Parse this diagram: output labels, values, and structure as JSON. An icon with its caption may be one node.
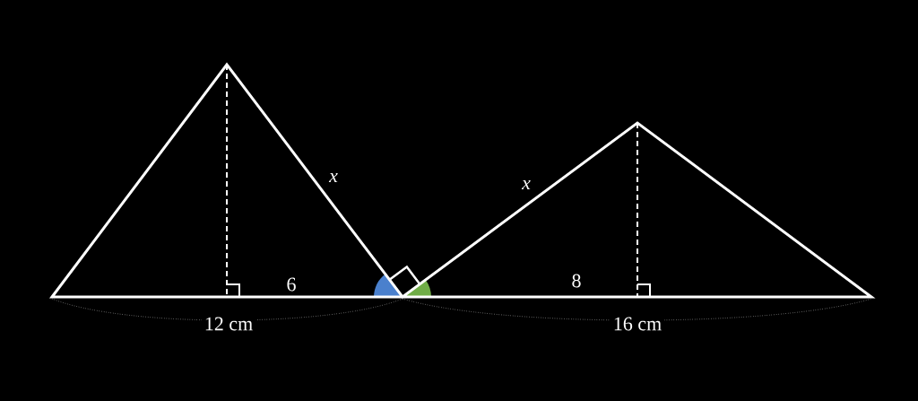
{
  "diagram": {
    "labels": [
      "x",
      "x",
      "6",
      "8",
      "12 cm",
      "16 cm"
    ]
  }
}
